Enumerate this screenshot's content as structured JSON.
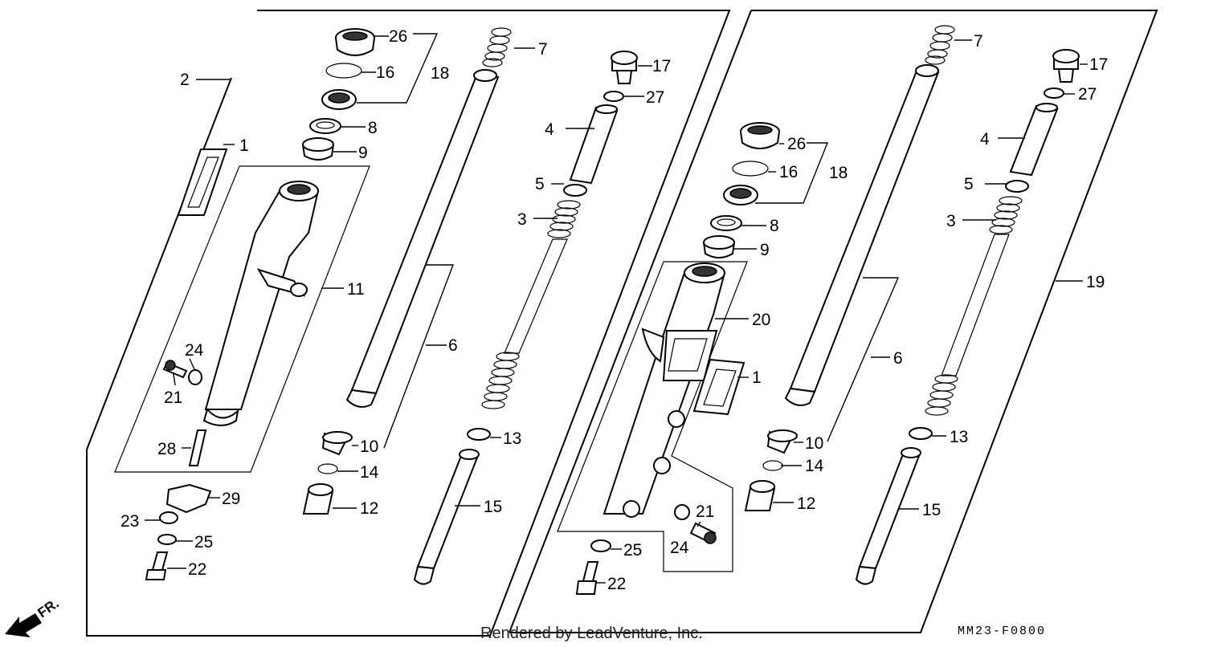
{
  "callouts": {
    "l26": "26",
    "l16": "16",
    "l18": "18",
    "l7": "7",
    "l17": "17",
    "l27": "27",
    "l2": "2",
    "l8": "8",
    "l9": "9",
    "l1": "1",
    "l4": "4",
    "l5": "5",
    "l3": "3",
    "l11": "11",
    "l6": "6",
    "l24": "24",
    "l21": "21",
    "l28": "28",
    "l10": "10",
    "l13": "13",
    "l14": "14",
    "l29": "29",
    "l12": "12",
    "l15": "15",
    "l23": "23",
    "l25": "25",
    "l22": "22",
    "r7": "7",
    "r17": "17",
    "r27": "27",
    "r4": "4",
    "r26": "26",
    "r16": "16",
    "r18": "18",
    "r5": "5",
    "r3": "3",
    "r8": "8",
    "r9": "9",
    "r19": "19",
    "r20": "20",
    "r6": "6",
    "r1": "1",
    "r10": "10",
    "r13": "13",
    "r14": "14",
    "r12": "12",
    "r15": "15",
    "r21": "21",
    "r24": "24",
    "r25": "25",
    "r22": "22"
  },
  "footer": {
    "rendered_by": "Rendered by LeadVenture, Inc.",
    "diagram_code": "MM23-F0800"
  },
  "direction_label": "FR."
}
